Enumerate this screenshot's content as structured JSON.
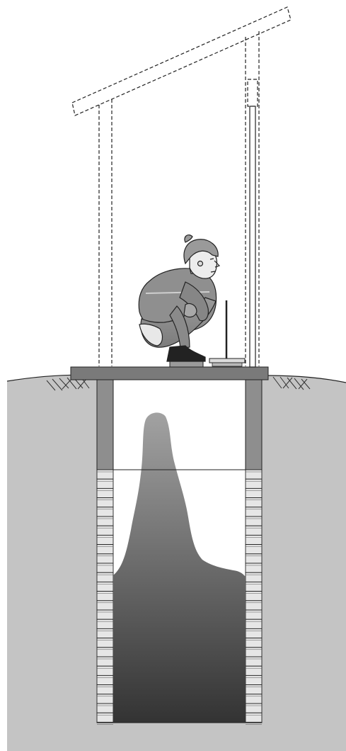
{
  "diagram": {
    "type": "cross-section",
    "subject": "pit latrine",
    "components": [
      "superstructure-outline",
      "roof",
      "vent-pipe",
      "squatting-slab",
      "squat-hole-cover",
      "person-squatting",
      "pit-lining-upper",
      "pit-lining-brick",
      "excreta-pile",
      "liquid-level-line",
      "ground-surface",
      "soil"
    ],
    "colors": {
      "soil": "#c4c4c4",
      "slab": "#7a7a7a",
      "lining_upper": "#8e8e8e",
      "brick": "#e6e6e6",
      "excreta_top": "#a2a2a2",
      "excreta_bottom": "#333333",
      "outline": "#222222",
      "background": "#ffffff"
    }
  }
}
